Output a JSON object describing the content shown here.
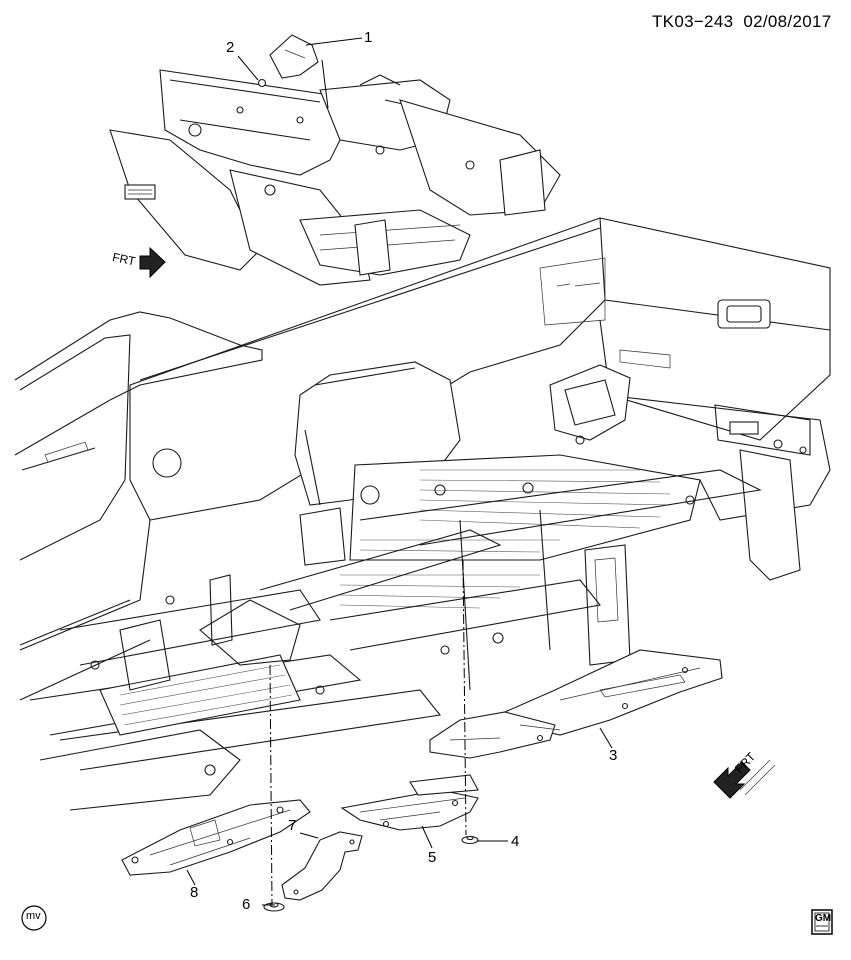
{
  "header": {
    "code": "TK03−243",
    "date": "02/08/2017"
  },
  "view_labels": {
    "front_arrow_top": "FRT",
    "front_arrow_right": "FRT"
  },
  "callouts": [
    "1",
    "2",
    "3",
    "4",
    "5",
    "6",
    "7",
    "8"
  ],
  "footer": {
    "corner_mark": "mv",
    "logo_text": "GM"
  },
  "icons": [
    "front-arrow-icon",
    "mv-circle-icon",
    "gm-logo-icon"
  ]
}
